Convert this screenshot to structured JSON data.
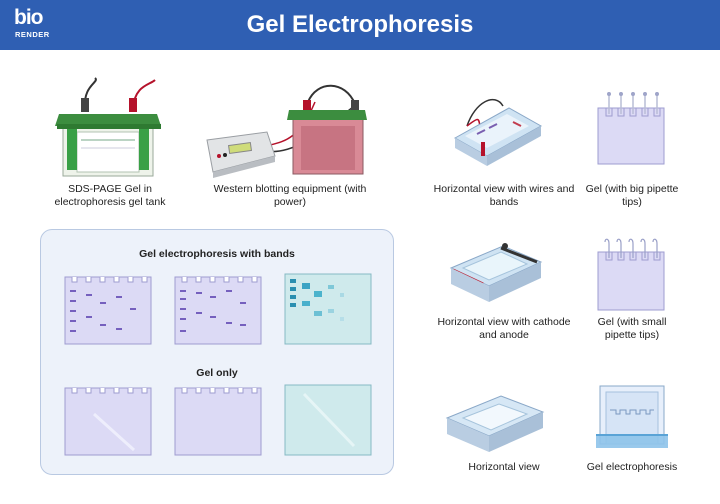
{
  "header": {
    "title": "Gel Electrophoresis",
    "logo_main": "bio",
    "logo_sub": "RENDER",
    "color": "#2f5fb3"
  },
  "items": {
    "sds_tank": "SDS-PAGE Gel in electrophoresis gel tank",
    "western": "Western blotting equipment (with power)",
    "horiz_wires": "Horizontal view with wires and bands",
    "gel_big_tips": "Gel (with big pipette tips)",
    "horiz_cathode": "Horizontal view with cathode and anode",
    "gel_small_tips": "Gel (with small pipette tips)",
    "horiz_view": "Horizontal view",
    "gel_electro": "Gel electrophoresis"
  },
  "panel": {
    "title_bands": "Gel electrophoresis with bands",
    "title_gel_only": "Gel only"
  }
}
